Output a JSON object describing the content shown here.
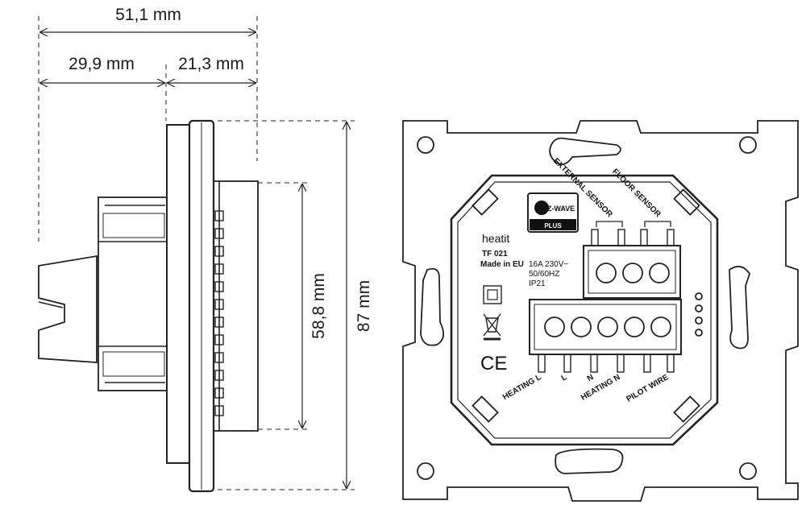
{
  "dimensions": {
    "total_depth": "51,1 mm",
    "front_depth": "29,9 mm",
    "rear_depth": "21,3 mm",
    "inner_height": "58,8 mm",
    "total_height": "87 mm"
  },
  "label_plate": {
    "zwave_logo_text": "Z-WAVE",
    "zwave_plus_text": "PLUS",
    "brand": "heatit",
    "model": "TF 021",
    "made_in": "Made in EU",
    "rating_line1": "16A 230V~",
    "rating_line2": "50/60HZ",
    "rating_line3": "IP21",
    "ce_mark": "CE"
  },
  "terminals_top": {
    "external_sensor": "EXTERNAL SENSOR",
    "floor_sensor": "FLOOR SENSOR"
  },
  "terminals_bottom": {
    "heating_l": "HEATING L",
    "l": "L",
    "n": "N",
    "heating_n": "HEATING N",
    "pilot_wire": "PILOT WIRE"
  }
}
